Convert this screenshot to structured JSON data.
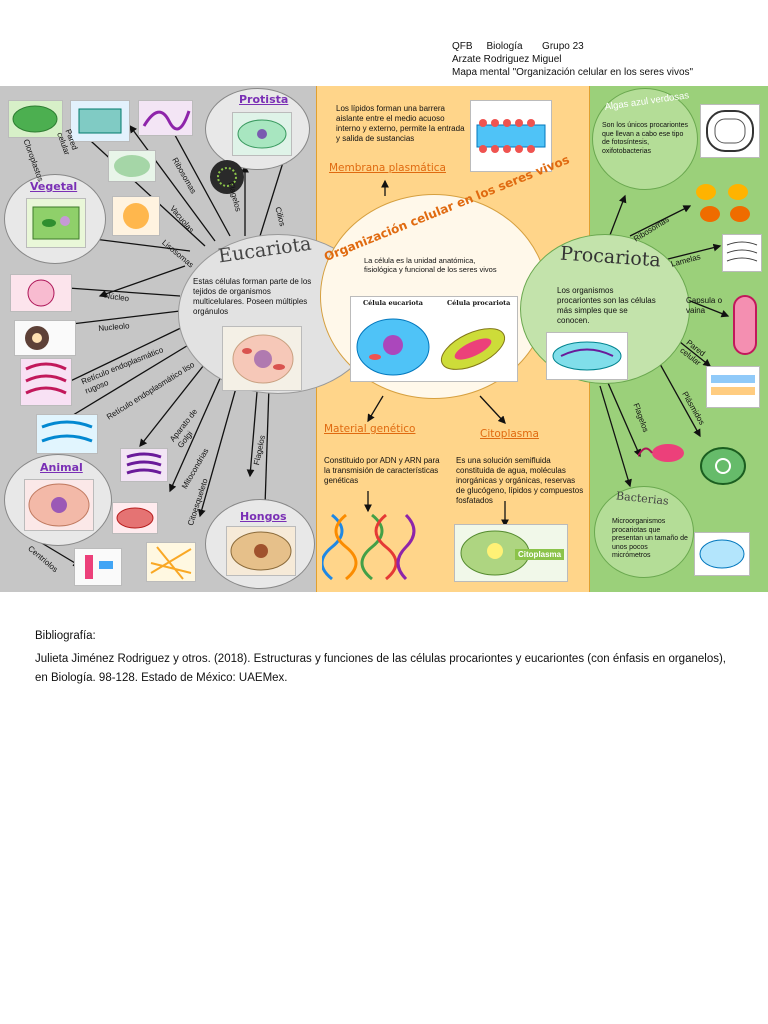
{
  "header": {
    "line1": "QFB     Biología       Grupo 23",
    "line2": "Arzate Rodriguez Miguel",
    "line3": "Mapa mental \"Organización celular en los seres vivos\""
  },
  "center": {
    "title": "Organización celular en los seres vivos",
    "text": "La célula es la unidad anatómica, fisiológica y funcional de los seres vivos",
    "fig_left": "Célula eucariota",
    "fig_right": "Célula procariota"
  },
  "membrana": {
    "title": "Membrana plasmática",
    "text": "Los lípidos forman una barrera aislante entre el medio acuoso interno y externo, permite la entrada y salida de sustancias"
  },
  "material": {
    "title": "Material genético",
    "text": "Constituido por ADN y ARN para la transmisión de características genéticas"
  },
  "citoplasma": {
    "title": "Citoplasma",
    "text": "Es una solución semifluida constituida de agua, moléculas inorgánicas y orgánicas, reservas de glucógeno, lípidos y compuestos fosfatados",
    "fig_label": "Citoplasma"
  },
  "eucariota": {
    "title": "Eucariota",
    "text": "Estas células forman parte de los tejidos de organismos multicelulares. Poseen múltiples orgánulos",
    "groups": {
      "protista": "Protista",
      "vegetal": "Vegetal",
      "animal": "Animal",
      "hongos": "Hongos"
    },
    "organelles": {
      "cloroplastos": "Cloroplastos",
      "pared": "Pared celular",
      "ribosomas": "Ribosomas",
      "vacuolas": "Vacuolas",
      "lisosomas": "Lisosomas",
      "flagelos": "Flagelos",
      "cilios": "Cilios",
      "nucleo": "Núcleo",
      "nucleolo": "Nucleolo",
      "rer": "Retículo endoplasmático rugoso",
      "rel": "Retículo endoplasmático liso",
      "golgi": "Aparato de Golgi",
      "mitocondrias": "Mitocondrias",
      "citoesqueleto": "Citoesqueleto",
      "flagelos2": "Flagelos",
      "centriolos": "Centriolos"
    }
  },
  "procariota": {
    "title": "Procariota",
    "text": "Los organismos procariontes son las células más simples que se conocen.",
    "algas": {
      "title": "Algas azul verdosas",
      "text": "Son los únicos procariontes que llevan a cabo ese tipo de fotosíntesis, oxifotobacterias"
    },
    "bacterias": {
      "title": "Bacterias",
      "text": "Microorganismos procariotas que presentan un tamaño de unos pocos micrómetros"
    },
    "items": {
      "ribosomas": "Ribosomas",
      "lamelas": "Lamelas",
      "capsula": "Capsula o vaina",
      "pared": "Pared celular",
      "plasmidos": "Plásmidos",
      "flagelos": "Flagelos"
    }
  },
  "bibliography": {
    "heading": "Bibliografía:",
    "ref_line1": "Julieta Jiménez Rodriguez y otros. (2018). Estructuras y funciones de las células procariontes y eucariontes (con énfasis en organelos),",
    "ref_line2": "en Biología. 98-128. Estado de México: UAEMex."
  },
  "colors": {
    "left": "#c6c6c6",
    "middle": "#ffd58a",
    "right": "#9bd07a",
    "orange_title": "#e06a10",
    "purple_title": "#7a2fb5"
  }
}
